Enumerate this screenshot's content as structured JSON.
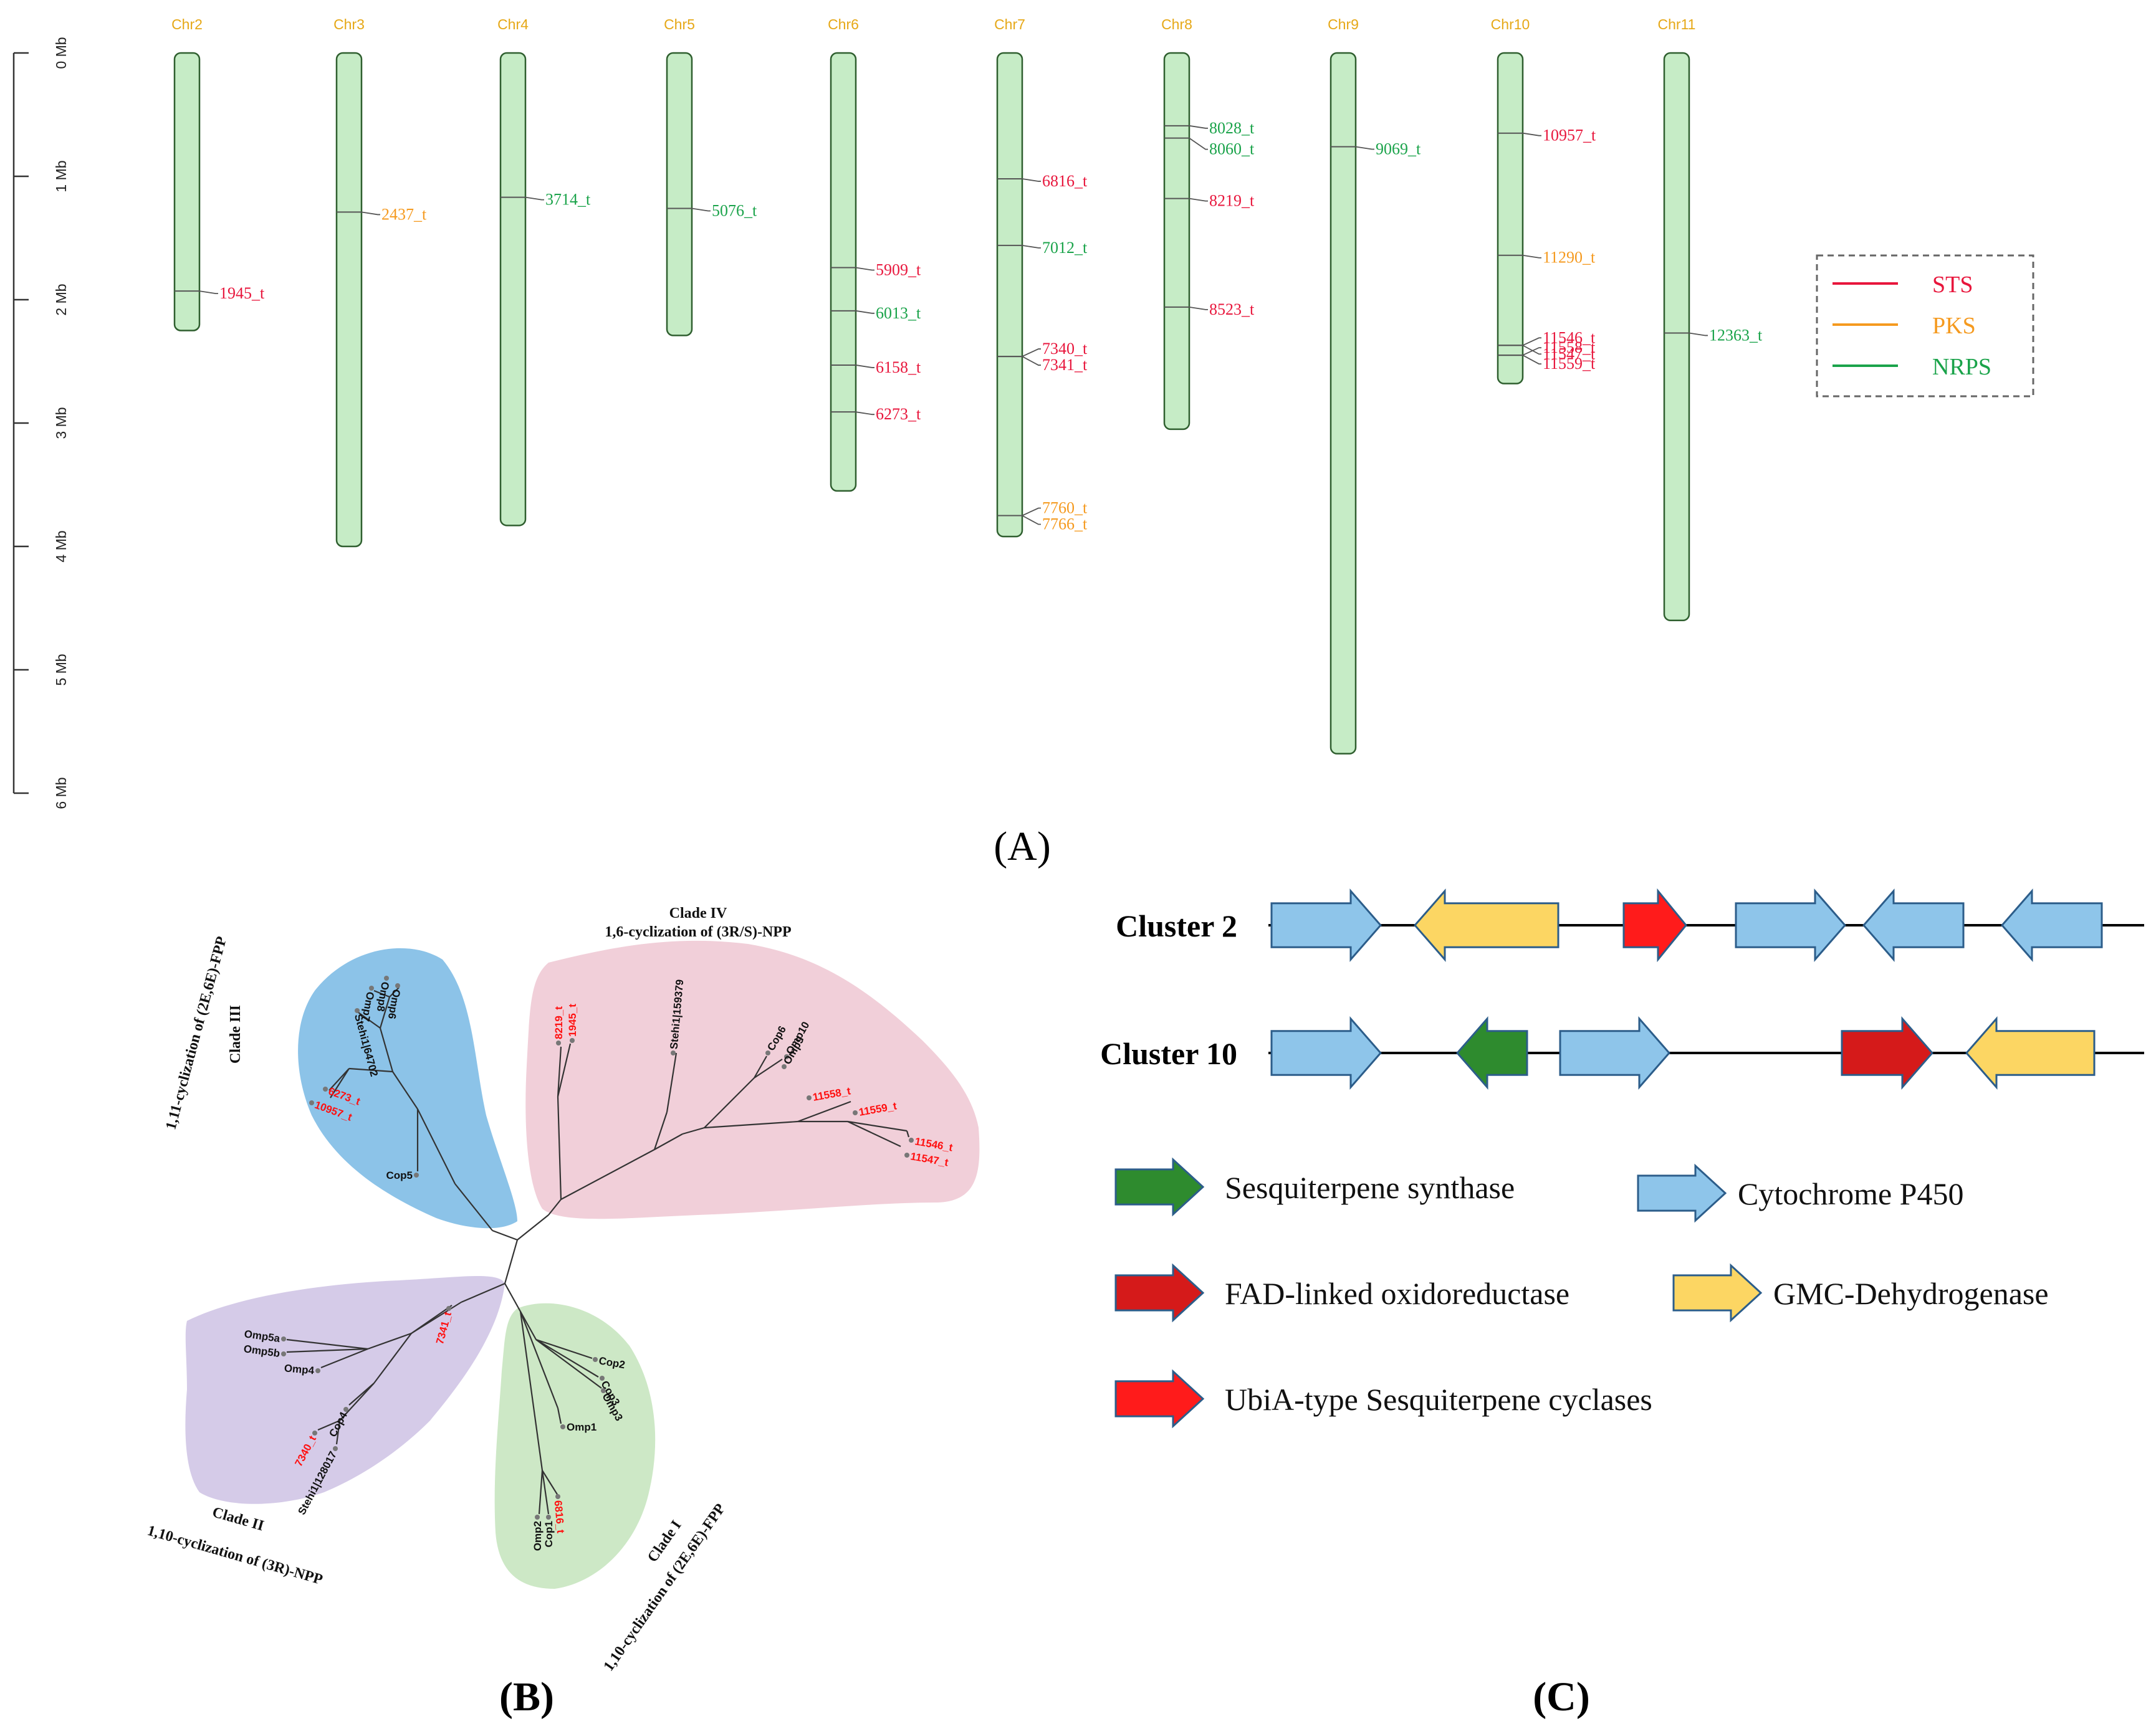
{
  "colors": {
    "chromosome_fill": "#c6ecc6",
    "chromosome_stroke": "#2f5f2f",
    "chr_label": "#e6a817",
    "STS": "#e8163c",
    "PKS": "#f59a1f",
    "NRPS": "#1aa34a",
    "clade_I": "#cde8c6",
    "clade_II": "#d5cbe8",
    "clade_III": "#8cc3e8",
    "clade_IV": "#f1cfd9",
    "sesquiterpene_synthase": "#2e8b2e",
    "cytochrome_p450": "#8ec5ea",
    "fad_linked": "#d51a1a",
    "gmc_dehydrogenase": "#fcd663",
    "ubia": "#ff1b1b"
  },
  "panels": {
    "A": "(A)",
    "B": "(B)",
    "C": "(C)"
  },
  "panel_a": {
    "scale_labels": [
      "0 Mb",
      "1 Mb",
      "2 Mb",
      "3 Mb",
      "4 Mb",
      "5 Mb",
      "6 Mb"
    ],
    "chromosomes": [
      {
        "name": "Chr2",
        "length_mb": 2.25,
        "genes": [
          {
            "id": "1945_t",
            "pos_mb": 1.93,
            "type": "STS"
          }
        ]
      },
      {
        "name": "Chr3",
        "length_mb": 4.0,
        "genes": [
          {
            "id": "2437_t",
            "pos_mb": 1.29,
            "type": "PKS"
          }
        ]
      },
      {
        "name": "Chr4",
        "length_mb": 3.83,
        "genes": [
          {
            "id": "3714_t",
            "pos_mb": 1.17,
            "type": "NRPS"
          }
        ]
      },
      {
        "name": "Chr5",
        "length_mb": 2.29,
        "genes": [
          {
            "id": "5076_t",
            "pos_mb": 1.26,
            "type": "NRPS"
          }
        ]
      },
      {
        "name": "Chr6",
        "length_mb": 3.55,
        "genes": [
          {
            "id": "5909_t",
            "pos_mb": 1.74,
            "type": "STS"
          },
          {
            "id": "6013_t",
            "pos_mb": 2.09,
            "type": "NRPS"
          },
          {
            "id": "6158_t",
            "pos_mb": 2.53,
            "type": "STS"
          },
          {
            "id": "6273_t",
            "pos_mb": 2.91,
            "type": "STS"
          }
        ]
      },
      {
        "name": "Chr7",
        "length_mb": 3.92,
        "genes": [
          {
            "id": "6816_t",
            "pos_mb": 1.02,
            "type": "STS"
          },
          {
            "id": "7012_t",
            "pos_mb": 1.56,
            "type": "NRPS"
          },
          {
            "id": "7340_t",
            "pos_mb": 2.46,
            "type": "STS"
          },
          {
            "id": "7341_t",
            "pos_mb": 2.46,
            "type": "STS"
          },
          {
            "id": "7760_t",
            "pos_mb": 3.75,
            "type": "PKS"
          },
          {
            "id": "7766_t",
            "pos_mb": 3.75,
            "type": "PKS"
          }
        ]
      },
      {
        "name": "Chr8",
        "length_mb": 3.05,
        "genes": [
          {
            "id": "8028_t",
            "pos_mb": 0.59,
            "type": "NRPS"
          },
          {
            "id": "8060_t",
            "pos_mb": 0.69,
            "type": "NRPS"
          },
          {
            "id": "8219_t",
            "pos_mb": 1.18,
            "type": "STS"
          },
          {
            "id": "8523_t",
            "pos_mb": 2.06,
            "type": "STS"
          }
        ]
      },
      {
        "name": "Chr9",
        "length_mb": 5.68,
        "genes": [
          {
            "id": "9069_t",
            "pos_mb": 0.76,
            "type": "NRPS"
          }
        ]
      },
      {
        "name": "Chr10",
        "length_mb": 2.68,
        "genes": [
          {
            "id": "10957_t",
            "pos_mb": 0.65,
            "type": "STS"
          },
          {
            "id": "11290_t",
            "pos_mb": 1.64,
            "type": "PKS"
          },
          {
            "id": "11546_t",
            "pos_mb": 2.37,
            "type": "STS"
          },
          {
            "id": "11547_t",
            "pos_mb": 2.37,
            "type": "STS"
          },
          {
            "id": "11558_t",
            "pos_mb": 2.45,
            "type": "STS"
          },
          {
            "id": "11559_t",
            "pos_mb": 2.45,
            "type": "STS"
          }
        ]
      },
      {
        "name": "Chr11",
        "length_mb": 4.6,
        "genes": [
          {
            "id": "12363_t",
            "pos_mb": 2.27,
            "type": "NRPS"
          }
        ]
      }
    ],
    "legend": [
      {
        "label": "STS",
        "type": "STS"
      },
      {
        "label": "PKS",
        "type": "PKS"
      },
      {
        "label": "NRPS",
        "type": "NRPS"
      }
    ]
  },
  "panel_b": {
    "clades": [
      {
        "id": "clade_IV",
        "title": "Clade IV",
        "subtitle": "1,6-cyclization of (3R/S)-NPP"
      },
      {
        "id": "clade_III",
        "title": "Clade III",
        "subtitle": "1,11-cyclization of (2E,6E)-FPP"
      },
      {
        "id": "clade_II",
        "title": "Clade II",
        "subtitle": "1,10-cyclization of (3R)-NPP"
      },
      {
        "id": "clade_I",
        "title": "Clade I",
        "subtitle": "1,10-cyclization of (2E,6E)-FPP"
      }
    ],
    "leaves": [
      {
        "label": "8219_t",
        "highlight": true
      },
      {
        "label": "1945_t",
        "highlight": true
      },
      {
        "label": "Stehi1|159379",
        "highlight": false
      },
      {
        "label": "Cop6",
        "highlight": false
      },
      {
        "label": "Omp10",
        "highlight": false
      },
      {
        "label": "Omp9",
        "highlight": false
      },
      {
        "label": "11558_t",
        "highlight": true
      },
      {
        "label": "11559_t",
        "highlight": true
      },
      {
        "label": "11546_t",
        "highlight": true
      },
      {
        "label": "11547_t",
        "highlight": true
      },
      {
        "label": "Omp6",
        "highlight": false
      },
      {
        "label": "Omp7",
        "highlight": false
      },
      {
        "label": "Omp8",
        "highlight": false
      },
      {
        "label": "Stehi1|64702",
        "highlight": false
      },
      {
        "label": "6273_t",
        "highlight": true
      },
      {
        "label": "10957_t",
        "highlight": true
      },
      {
        "label": "Cop5",
        "highlight": false
      },
      {
        "label": "Omp5a",
        "highlight": false
      },
      {
        "label": "Omp5b",
        "highlight": false
      },
      {
        "label": "Omp4",
        "highlight": false
      },
      {
        "label": "7341_t",
        "highlight": true
      },
      {
        "label": "Cop4",
        "highlight": false
      },
      {
        "label": "7340_t",
        "highlight": true
      },
      {
        "label": "Stehi1|128017",
        "highlight": false
      },
      {
        "label": "Cop2",
        "highlight": false
      },
      {
        "label": "Cop3",
        "highlight": false
      },
      {
        "label": "Omp3",
        "highlight": false
      },
      {
        "label": "Omp1",
        "highlight": false
      },
      {
        "label": "6816_t",
        "highlight": true
      },
      {
        "label": "Omp2",
        "highlight": false
      },
      {
        "label": "Cop1",
        "highlight": false
      }
    ]
  },
  "panel_c": {
    "clusters": [
      {
        "name": "Cluster 2",
        "genes": [
          {
            "type": "cytochrome_p450",
            "dir": "right"
          },
          {
            "type": "gmc_dehydrogenase",
            "dir": "left"
          },
          {
            "type": "ubia",
            "dir": "right"
          },
          {
            "type": "cytochrome_p450",
            "dir": "right"
          },
          {
            "type": "cytochrome_p450",
            "dir": "left"
          },
          {
            "type": "cytochrome_p450",
            "dir": "left"
          }
        ]
      },
      {
        "name": "Cluster 10",
        "genes": [
          {
            "type": "cytochrome_p450",
            "dir": "right"
          },
          {
            "type": "sesquiterpene_synthase",
            "dir": "left"
          },
          {
            "type": "cytochrome_p450",
            "dir": "right"
          },
          {
            "type": "fad_linked",
            "dir": "right"
          },
          {
            "type": "gmc_dehydrogenase",
            "dir": "left"
          }
        ]
      }
    ],
    "key": [
      {
        "type": "sesquiterpene_synthase",
        "label": "Sesquiterpene synthase"
      },
      {
        "type": "cytochrome_p450",
        "label": "Cytochrome P450"
      },
      {
        "type": "fad_linked",
        "label": "FAD-linked oxidoreductase"
      },
      {
        "type": "gmc_dehydrogenase",
        "label": "GMC-Dehydrogenase"
      },
      {
        "type": "ubia",
        "label": "UbiA-type Sesquiterpene cyclases"
      }
    ]
  }
}
